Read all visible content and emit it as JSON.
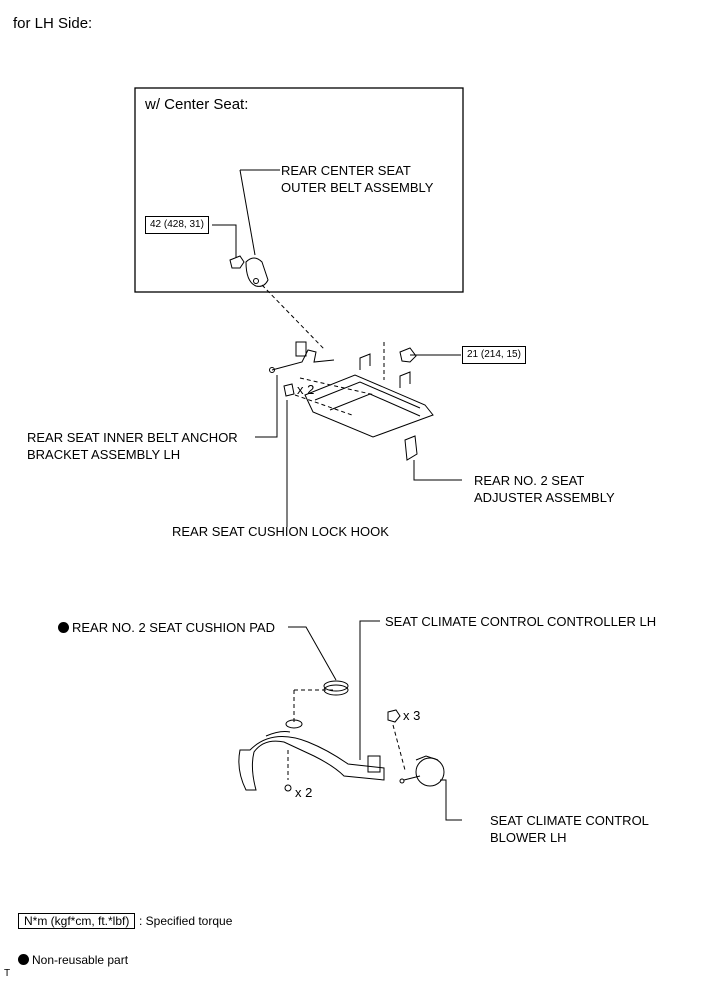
{
  "header": {
    "side_label": "for LH Side:"
  },
  "inset": {
    "title": "w/ Center Seat:"
  },
  "labels": {
    "center_belt_line1": "REAR CENTER SEAT",
    "center_belt_line2": "OUTER BELT ASSEMBLY",
    "inner_anchor_line1": "REAR SEAT INNER BELT ANCHOR",
    "inner_anchor_line2": "BRACKET ASSEMBLY LH",
    "adjuster_line1": "REAR NO. 2 SEAT",
    "adjuster_line2": "ADJUSTER ASSEMBLY",
    "lock_hook": "REAR SEAT CUSHION LOCK HOOK",
    "cushion_pad": "REAR NO. 2 SEAT CUSHION PAD",
    "controller": "SEAT CLIMATE CONTROL CONTROLLER LH",
    "blower_line1": "SEAT CLIMATE CONTROL",
    "blower_line2": "BLOWER LH"
  },
  "torques": {
    "center_belt_nut": "42 (428, 31)",
    "adjuster_nut": "21 (214, 15)"
  },
  "quantities": {
    "lock_hook": "x 2",
    "clip_nut": "x 3",
    "screw": "x 2"
  },
  "legend": {
    "torque_unit": "N*m (kgf*cm, ft.*lbf)",
    "torque_desc": ": Specified torque",
    "non_reusable": "Non-reusable part",
    "corner_mark": "T"
  },
  "icons": {
    "non_reusable": "filled-circle-icon"
  }
}
